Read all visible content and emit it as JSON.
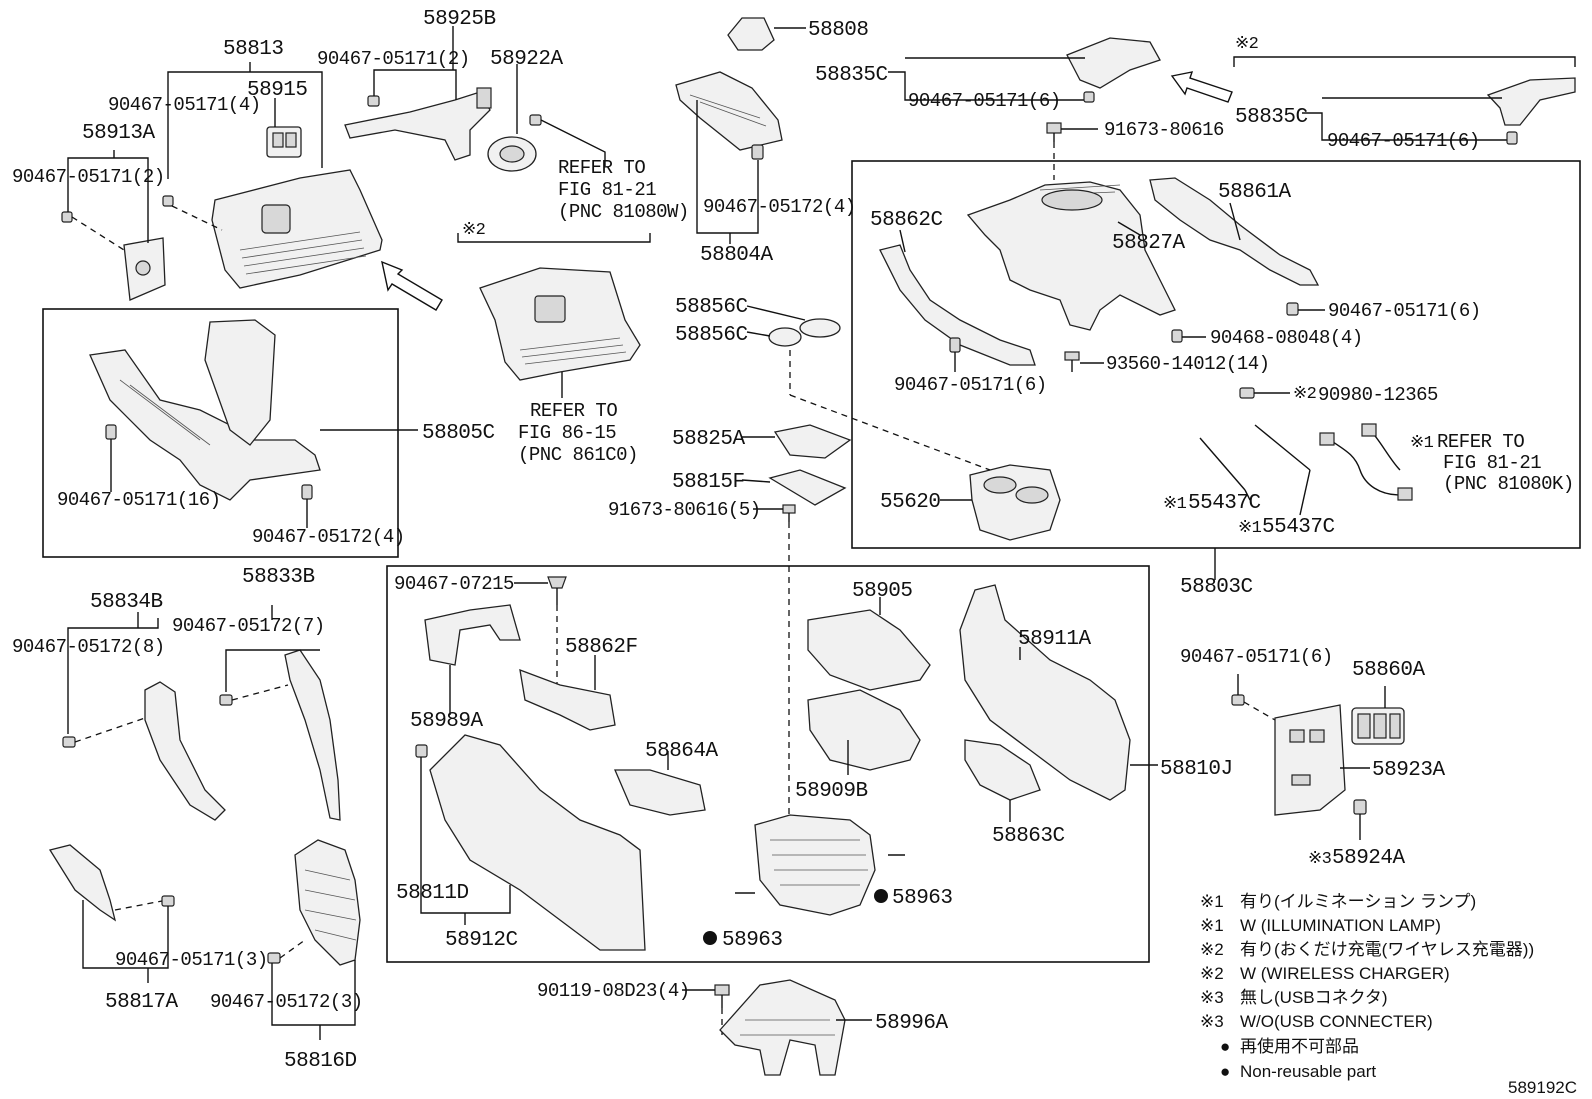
{
  "parts": {
    "p58925B": "58925B",
    "p58813": "58813",
    "p90467_05171_2a": "90467-05171(2)",
    "p58922A": "58922A",
    "p58808": "58808",
    "p58835C_a": "58835C",
    "p90467_05171_6a": "90467-05171(6)",
    "p58835C_b": "58835C",
    "p90467_05171_6b": "90467-05171(6)",
    "p90467_05171_4": "90467-05171(4)",
    "p58915": "58915",
    "p58913A": "58913A",
    "p90467_05171_2b": "90467-05171(2)",
    "p91673_80616": "91673-80616",
    "p58861A": "58861A",
    "p58862C": "58862C",
    "p58827A": "58827A",
    "p90467_05172_4a": "90467-05172(4)",
    "p58804A": "58804A",
    "p58856C_a": "58856C",
    "p58856C_b": "58856C",
    "p90467_05171_6c": "90467-05171(6)",
    "p90468_08048": "90468-08048(4)",
    "p93560_14012": "93560-14012(14)",
    "p90467_05171_6d": "90467-05171(6)",
    "p90980_12365": "90980-12365",
    "p58805C": "58805C",
    "p58825A": "58825A",
    "p58815F": "58815F",
    "p91673_80616_5": "91673-80616(5)",
    "p55620": "55620",
    "p55437C_a": "55437C",
    "p55437C_b": "55437C",
    "p90467_05171_16": "90467-05171(16)",
    "p90467_05172_4b": "90467-05172(4)",
    "p58803C": "58803C",
    "p58834B": "58834B",
    "p58833B": "58833B",
    "p90467_05172_7": "90467-05172(7)",
    "p90467_05172_8": "90467-05172(8)",
    "p90467_07215": "90467-07215",
    "p58862F": "58862F",
    "p58905": "58905",
    "p58911A": "58911A",
    "p58989A": "58989A",
    "p58864A": "58864A",
    "p58909B": "58909B",
    "p58863C": "58863C",
    "p58810J": "58810J",
    "p58811D": "58811D",
    "p58912C": "58912C",
    "p58963_a": "58963",
    "p58963_b": "58963",
    "p90467_05171_6e": "90467-05171(6)",
    "p58860A": "58860A",
    "p58923A": "58923A",
    "p58924A": "58924A",
    "p90467_05171_3": "90467-05171(3)",
    "p58817A": "58817A",
    "p90467_05172_3": "90467-05172(3)",
    "p58816D": "58816D",
    "p90119_08D23": "90119-08D23(4)",
    "p58996A": "58996A"
  },
  "refs": {
    "r1_line1": "REFER TO",
    "r1_line2": "FIG 81-21",
    "r1_line3": "(PNC 81080W)",
    "r2_line1": "REFER TO",
    "r2_line2": "FIG 86-15",
    "r2_line3": "(PNC 861C0)",
    "r3_line1": "REFER TO",
    "r3_line2": "FIG 81-21",
    "r3_line3": "(PNC 81080K)"
  },
  "marks": {
    "note2_a": "※2",
    "note2_b": "※2",
    "note2_c": "※2",
    "note1_a": "※1",
    "note1_b": "※1",
    "note1_c": "※1",
    "note3": "※3"
  },
  "legend": [
    {
      "mark": "※1",
      "text": "有り(イルミネーション ランプ)"
    },
    {
      "mark": "※1",
      "text": "W (ILLUMINATION LAMP)"
    },
    {
      "mark": "※2",
      "text": "有り(おくだけ充電(ワイヤレス充電器))"
    },
    {
      "mark": "※2",
      "text": "W (WIRELESS CHARGER)"
    },
    {
      "mark": "※3",
      "text": "無し(USBコネクタ)"
    },
    {
      "mark": "※3",
      "text": "W/O(USB CONNECTER)"
    },
    {
      "mark": "●",
      "text": "再使用不可部品"
    },
    {
      "mark": "●",
      "text": "Non-reusable part"
    }
  ],
  "figure_id": "589192C"
}
